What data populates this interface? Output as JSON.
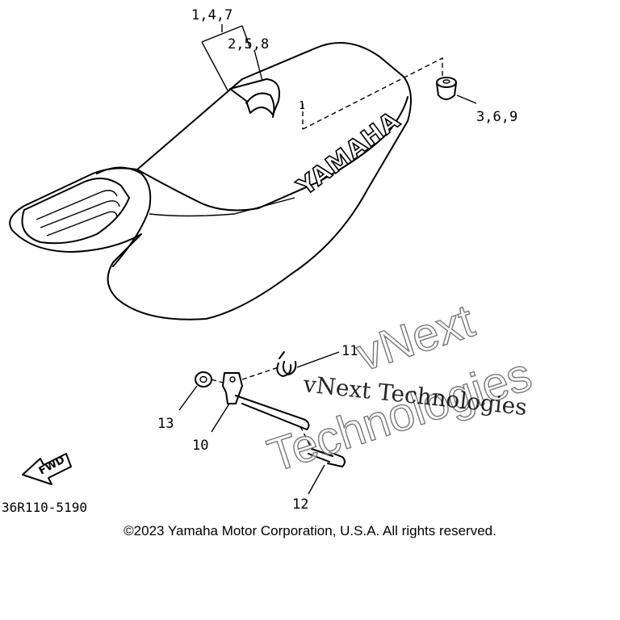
{
  "callouts": {
    "c147": "1,4,7",
    "c258": "2,5,8",
    "c369": "3,6,9",
    "c1": "1",
    "c11": "11",
    "c13": "13",
    "c10": "10",
    "c12": "12"
  },
  "seat_brand": "YAMAHA",
  "fwd_label": "FWD",
  "diagram_code": "36R110-5190",
  "watermark": {
    "line1": "vNext Technologies",
    "line2a": "vNext",
    "line2b": "Technologies"
  },
  "copyright": "©2023 Yamaha Motor Corporation, U.S.A. All rights reserved."
}
